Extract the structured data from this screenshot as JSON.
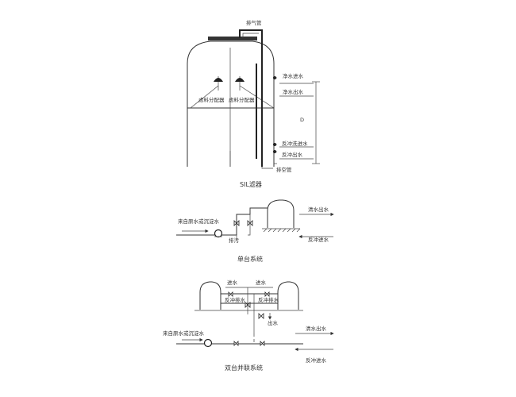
{
  "top": {
    "vent": "排气管",
    "in_water": "净水进水",
    "clean_out": "净水出水",
    "dist_left": "虑料分配器",
    "dist_right": "虑料分配器",
    "backwash_in": "反冲洗进水",
    "backwash_out": "反冲出水",
    "drain": "排空管",
    "dim": "D",
    "caption": "SIL滤器"
  },
  "single": {
    "source": "来自原水或沉淀水",
    "clear_out": "清水出水",
    "backwash": "反冲进水",
    "drain": "排污",
    "caption": "单台系统"
  },
  "double": {
    "in_left": "进水",
    "in_right": "进水",
    "bw_left": "反冲排水",
    "bw_right": "反冲排水",
    "outlet": "出水",
    "source": "来自原水或沉淀水",
    "clear_out": "清水出水",
    "backwash": "反冲进水",
    "caption": "双台并联系统"
  }
}
